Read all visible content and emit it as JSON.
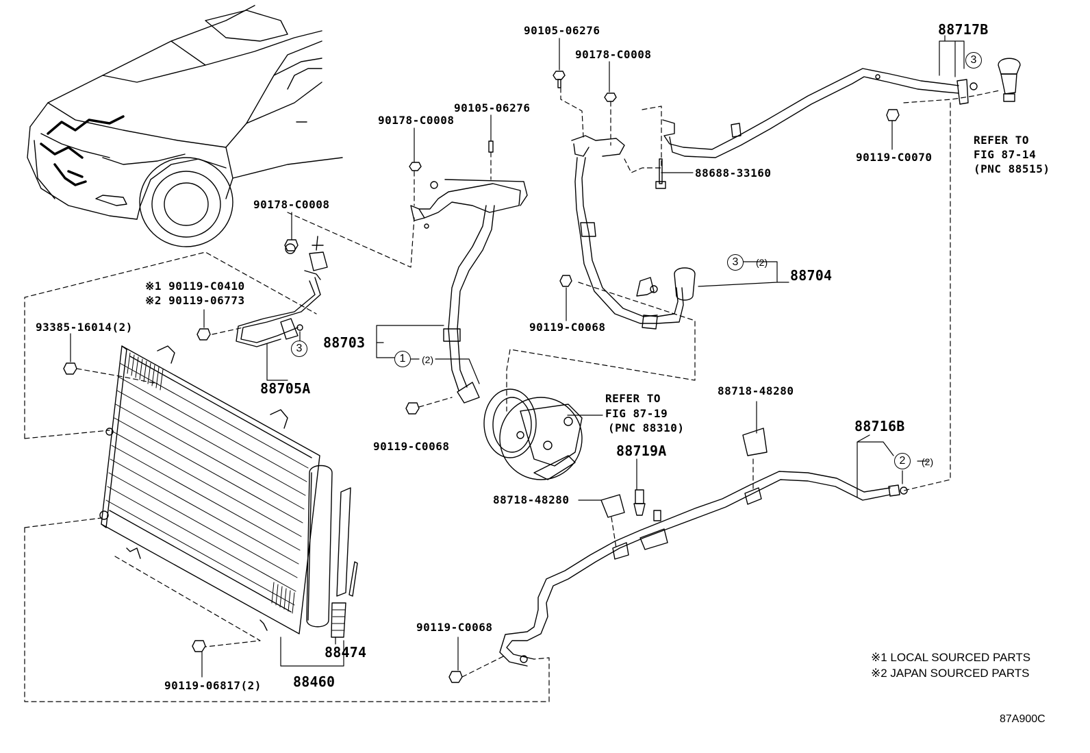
{
  "labels": {
    "p90105_06276_top": "90105-06276",
    "p90178_c0008_top": "90178-C0008",
    "p88717b": "88717B",
    "p90105_06276_mid": "90105-06276",
    "p90178_c0008_mid": "90178-C0008",
    "p90119_c0070": "90119-C0070",
    "refer_87_14_a": "REFER TO",
    "refer_87_14_b": "FIG 87-14",
    "refer_87_14_c": "(PNC 88515)",
    "p88688_33160": "88688-33160",
    "p90178_c0008_left": "90178-C0008",
    "local_c0410": "※1 90119-C0410",
    "japan_06773": "※2 90119-06773",
    "p93385_16014": "93385-16014(2)",
    "p88704": "88704",
    "p90119_c0068_upper": "90119-C0068",
    "p88703": "88703",
    "p88705a": "88705A",
    "refer_87_19_a": "REFER TO",
    "refer_87_19_b": "FIG 87-19",
    "refer_87_19_c": "(PNC 88310)",
    "p88718_48280_right": "88718-48280",
    "p90119_c0068_mid": "90119-C0068",
    "p88716b": "88716B",
    "p88719a": "88719A",
    "p88718_48280_left": "88718-48280",
    "p90119_c0068_low": "90119-C0068",
    "p88474": "88474",
    "p88460": "88460",
    "p90119_06817": "90119-06817(2)"
  },
  "callouts": {
    "c3_top": "3",
    "c3_mid": "3",
    "c3_left": "3",
    "c1": "1",
    "c2": "2"
  },
  "quantities": {
    "q3_mid": "(2)",
    "q1": "(2)",
    "q2": "(2)"
  },
  "notes": {
    "note1": "※1 LOCAL SOURCED PARTS",
    "note2": "※2 JAPAN SOURCED PARTS"
  },
  "figure_id": "87A900C"
}
